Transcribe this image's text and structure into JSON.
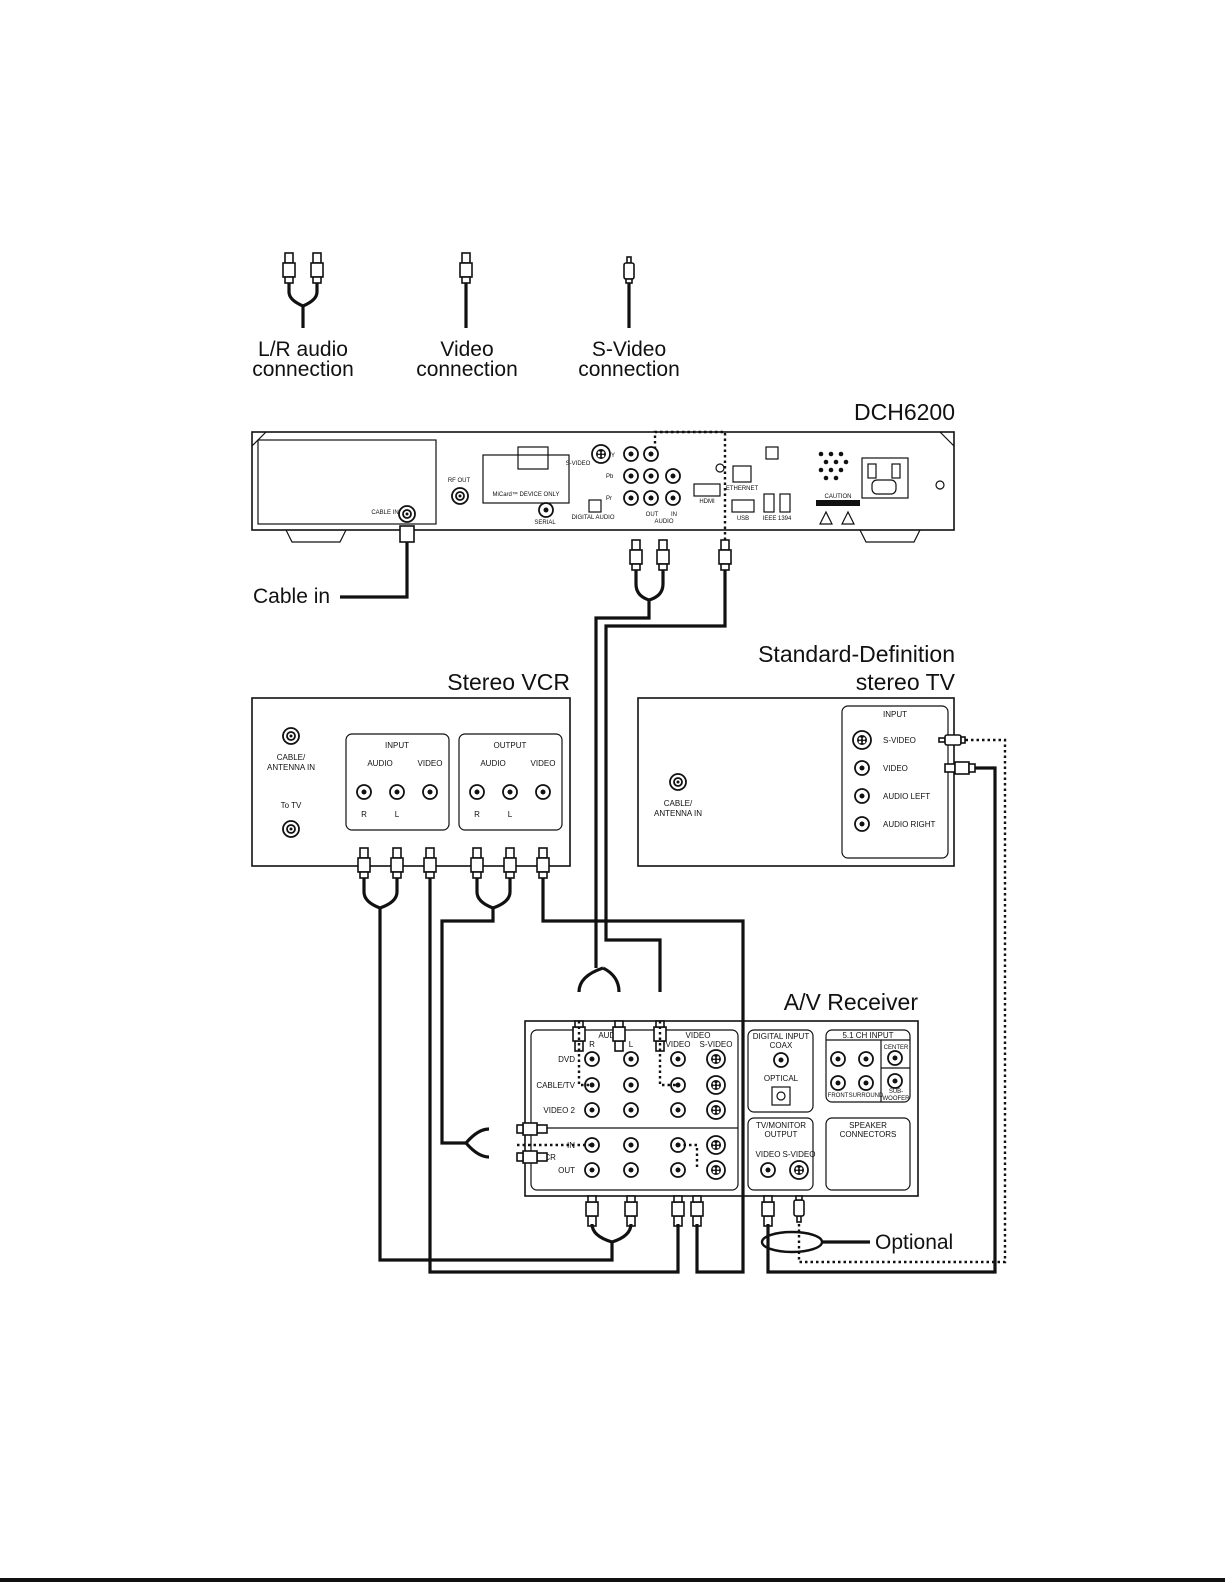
{
  "legend": {
    "lr_audio_line1": "L/R audio",
    "lr_audio_line2": "connection",
    "video_line1": "Video",
    "video_line2": "connection",
    "svideo_line1": "S-Video",
    "svideo_line2": "connection"
  },
  "dch6200": {
    "title": "DCH6200",
    "rf_out": "RF OUT",
    "cable_in_port": "CABLE IN",
    "device_only": "MiCard™ DEVICE ONLY",
    "serial": "SERIAL",
    "digital_audio": "DIGITAL AUDIO",
    "s_video": "S-VIDEO",
    "y": "Y",
    "pb": "Pb",
    "pr": "Pr",
    "out": "OUT",
    "in": "IN",
    "audio_sublabel": "AUDIO",
    "hdmi": "HDMI",
    "ethernet": "ETHERNET",
    "usb": "USB",
    "ieee": "IEEE 1394",
    "caution": "CAUTION"
  },
  "cable_in_label": "Cable in",
  "vcr": {
    "title": "Stereo VCR",
    "cable_antenna_line1": "CABLE/",
    "cable_antenna_line2": "ANTENNA IN",
    "to_tv": "To TV",
    "input": "INPUT",
    "output": "OUTPUT",
    "audio": "AUDIO",
    "video": "VIDEO",
    "r": "R",
    "l": "L"
  },
  "tv": {
    "title_line1": "Standard-Definition",
    "title_line2": "stereo TV",
    "cable_antenna_line1": "CABLE/",
    "cable_antenna_line2": "ANTENNA IN",
    "input": "INPUT",
    "s_video": "S-VIDEO",
    "video": "VIDEO",
    "audio_left": "AUDIO LEFT",
    "audio_right": "AUDIO RIGHT"
  },
  "receiver": {
    "title": "A/V Receiver",
    "audio": "AUDIO",
    "video": "VIDEO",
    "r": "R",
    "l": "L",
    "video_col": "VIDEO",
    "s_video_col": "S-VIDEO",
    "dvd": "DVD",
    "cable_tv": "CABLE/TV",
    "video2": "VIDEO 2",
    "in": "IN",
    "vcr": "VCR",
    "out": "OUT",
    "digital_input": "DIGITAL INPUT",
    "coax": "COAX",
    "optical": "OPTICAL",
    "tv_monitor": "TV/MONITOR",
    "output": "OUTPUT",
    "mon_video": "VIDEO",
    "mon_svideo": "S-VIDEO",
    "ch_input": "5.1 CH INPUT",
    "center": "CENTER",
    "front": "FRONT",
    "surround": "SURROUND",
    "subwoofer_line1": "SUB-",
    "subwoofer_line2": "WOOFER",
    "speaker_line1": "SPEAKER",
    "speaker_line2": "CONNECTORS"
  },
  "optional_label": "Optional"
}
